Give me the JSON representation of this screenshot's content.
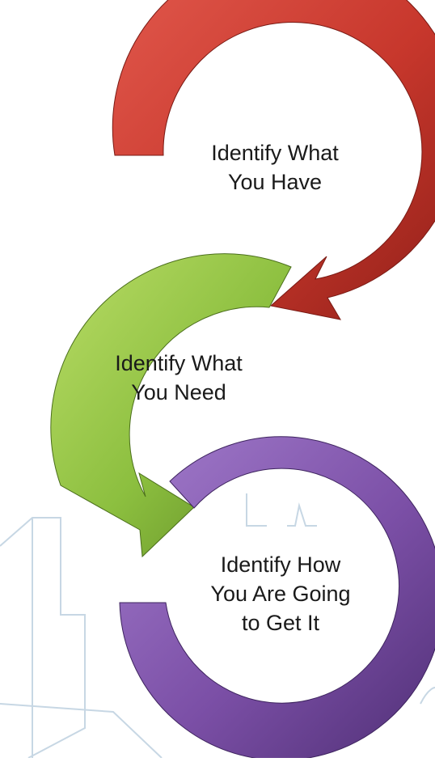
{
  "steps": [
    {
      "lines": [
        "Identify What",
        "You Have"
      ],
      "color": "#c0392b",
      "icon": "circular-arrow-icon"
    },
    {
      "lines": [
        "Identify What",
        "You Need"
      ],
      "color": "#8cbf3f",
      "icon": "circular-arrow-icon"
    },
    {
      "lines": [
        "Identify How",
        "You Are Going",
        "to Get It"
      ],
      "color": "#7b4fa6",
      "icon": "circular-arrow-icon"
    }
  ],
  "background": {
    "icon": "city-skyline-icon",
    "color": "#c7d7e4"
  }
}
